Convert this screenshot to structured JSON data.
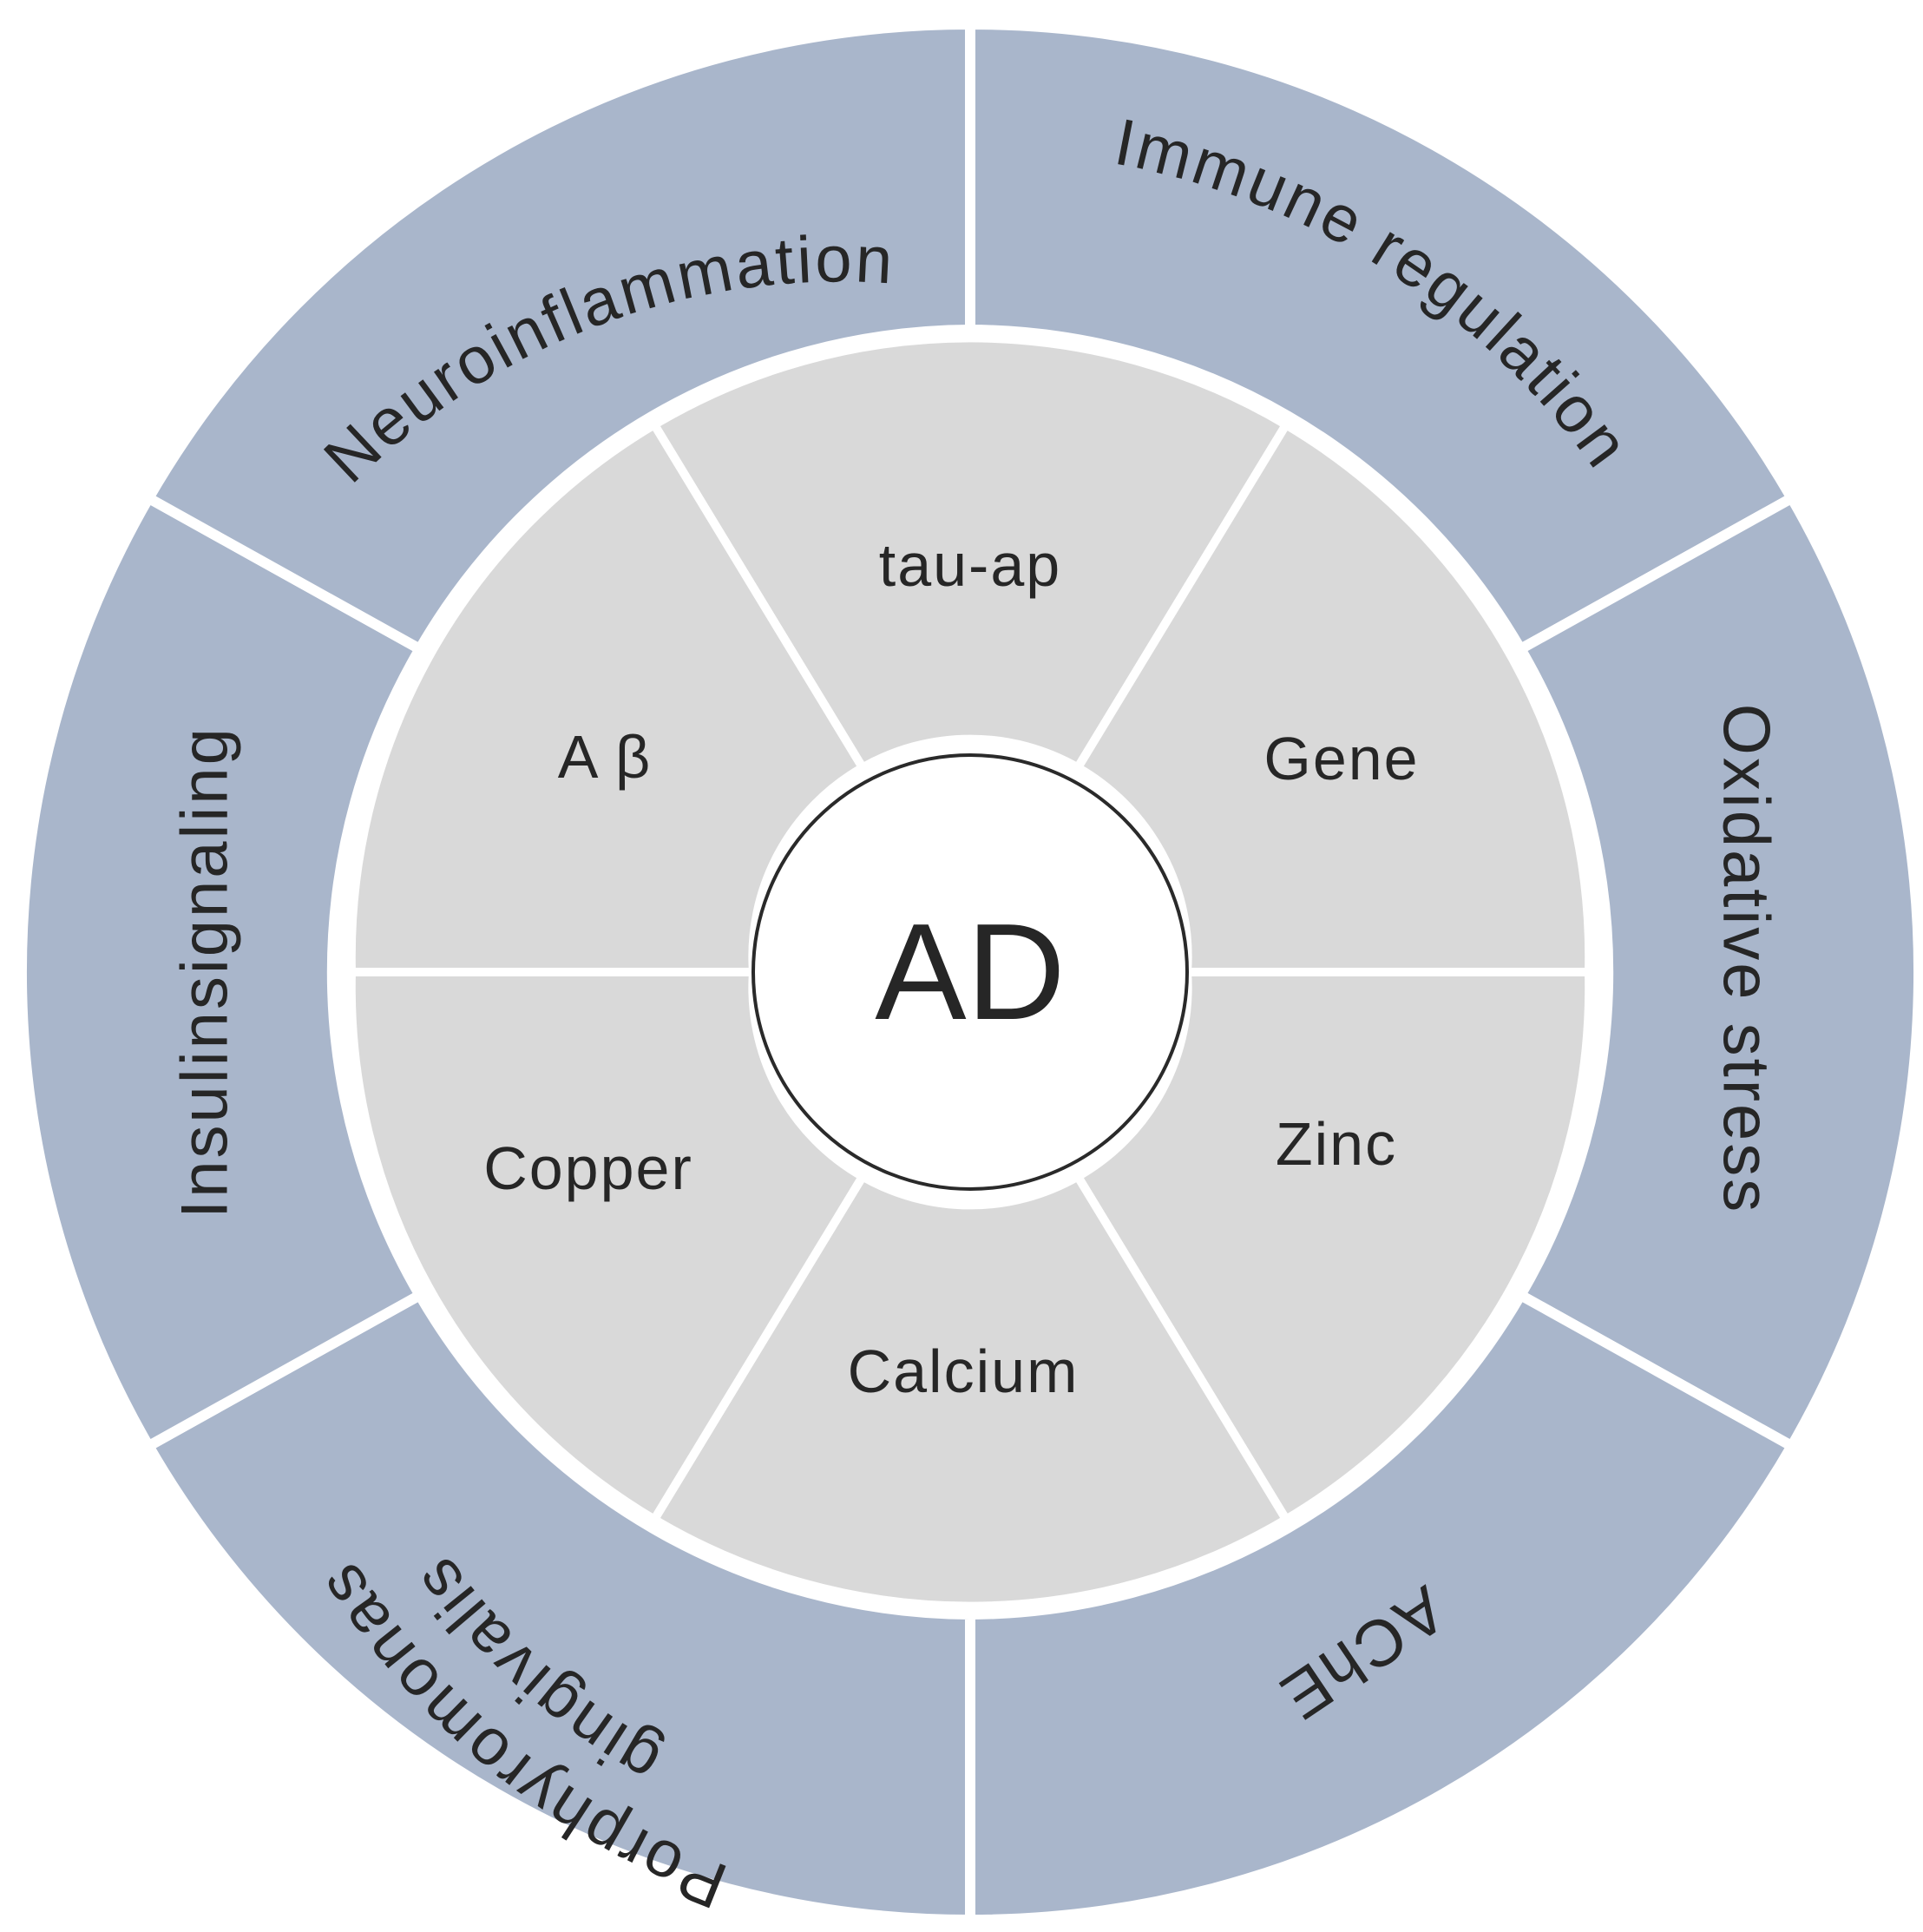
{
  "center": {
    "label": "AD"
  },
  "inner_ring": [
    {
      "label": "tau-ap"
    },
    {
      "label": "Gene"
    },
    {
      "label": "Zinc"
    },
    {
      "label": "Calcium"
    },
    {
      "label": "Copper"
    },
    {
      "label": "A β"
    }
  ],
  "outer_ring": [
    {
      "label": "Immune regulation"
    },
    {
      "label": "Oxidative stress"
    },
    {
      "label": "AChE"
    },
    {
      "label": "Porphyromonas",
      "label2": "gingivalis"
    },
    {
      "label": "Insulinsignaling"
    },
    {
      "label": "Neuroinflammation"
    }
  ],
  "colors": {
    "outer_fill": "#a9b6cb",
    "inner_fill": "#d9d9d9",
    "center_fill": "#ffffff",
    "text": "#262626"
  }
}
